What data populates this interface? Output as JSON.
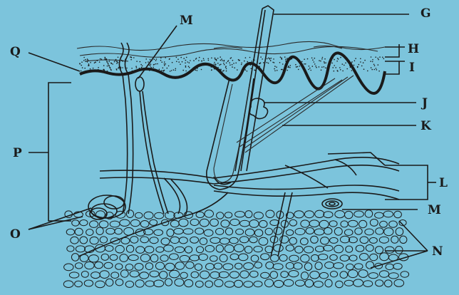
{
  "diagram": {
    "labels": {
      "G": "G",
      "H": "H",
      "I": "I",
      "J": "J",
      "K": "K",
      "L": "L",
      "M_top": "M",
      "M_right": "M",
      "N": "N",
      "O": "O",
      "P": "P",
      "Q": "Q"
    },
    "colors": {
      "background": "#7cc4dc",
      "ink": "#1a1a1a"
    }
  }
}
